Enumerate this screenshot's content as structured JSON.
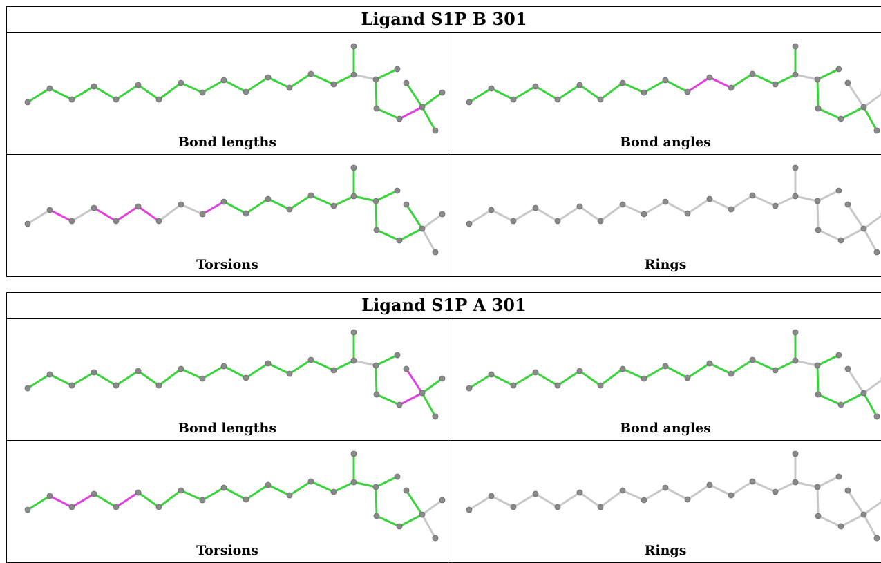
{
  "colors": {
    "gray": "#c8c8c8",
    "green": "#39d33b",
    "magenta": "#e23fe0",
    "atom": "#8a8a8a"
  },
  "blocks": [
    {
      "title": "Ligand S1P B 301",
      "panels": [
        {
          "label": "Bond lengths",
          "outliers": [
            "b20"
          ]
        },
        {
          "label": "Bond angles",
          "outliers": [
            "b10",
            "b11"
          ]
        },
        {
          "label": "Torsions",
          "outliers": [
            "b1",
            "b3",
            "b4",
            "b5",
            "b8"
          ]
        },
        {
          "label": "Rings",
          "outliers": []
        }
      ]
    },
    {
      "title": "Ligand S1P A 301",
      "panels": [
        {
          "label": "Bond lengths",
          "outliers": [
            "b20",
            "b21"
          ]
        },
        {
          "label": "Bond angles",
          "outliers": []
        },
        {
          "label": "Torsions",
          "outliers": [
            "b1",
            "b2",
            "b4"
          ]
        },
        {
          "label": "Rings",
          "outliers": []
        }
      ]
    }
  ]
}
